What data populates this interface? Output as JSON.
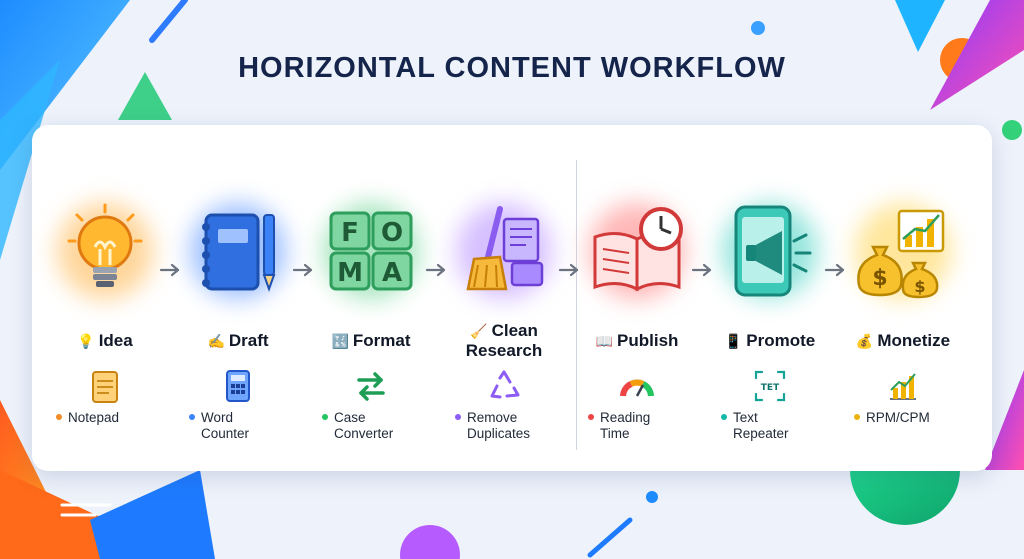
{
  "title": "HORIZONTAL CONTENT WORKFLOW",
  "colors": {
    "title": "#15244a",
    "card": "#ffffff",
    "background": "#eef3fb"
  },
  "stages": [
    {
      "label": "Idea",
      "emoji": "💡",
      "icon": "lightbulb-icon",
      "tool": "Notepad",
      "tool_icon": "notepad-icon",
      "glow": "#ffb347",
      "dot": "#f28c28"
    },
    {
      "label": "Draft",
      "emoji": "✍️",
      "icon": "notebook-pen-icon",
      "tool": "Word\nCounter",
      "tool_icon": "calculator-icon",
      "glow": "#4f8dff",
      "dot": "#3b82f6"
    },
    {
      "label": "Format",
      "emoji": "🔣",
      "icon": "letter-blocks-icon",
      "tool": "Case\nConverter",
      "tool_icon": "swap-arrows-icon",
      "glow": "#5fd08a",
      "dot": "#22c55e"
    },
    {
      "label": "Clean\nResearch",
      "emoji": "🧹",
      "icon": "broom-documents-icon",
      "tool": "Remove\nDuplicates",
      "tool_icon": "recycle-icon",
      "glow": "#b58cff",
      "dot": "#8b5cf6"
    },
    {
      "label": "Publish",
      "emoji": "📖",
      "icon": "open-book-clock-icon",
      "tool": "Reading\nTime",
      "tool_icon": "gauge-icon",
      "glow": "#ff7b7b",
      "dot": "#ef4444"
    },
    {
      "label": "Promote",
      "emoji": "📱",
      "icon": "phone-megaphone-icon",
      "tool": "Text\nRepeater",
      "tool_icon": "text-expand-icon",
      "glow": "#3fd0c0",
      "dot": "#14b8a6"
    },
    {
      "label": "Monetize",
      "emoji": "💰",
      "icon": "money-bags-chart-icon",
      "tool": "RPM/CPM",
      "tool_icon": "bar-chart-icon",
      "glow": "#ffd34d",
      "dot": "#eab308"
    }
  ]
}
